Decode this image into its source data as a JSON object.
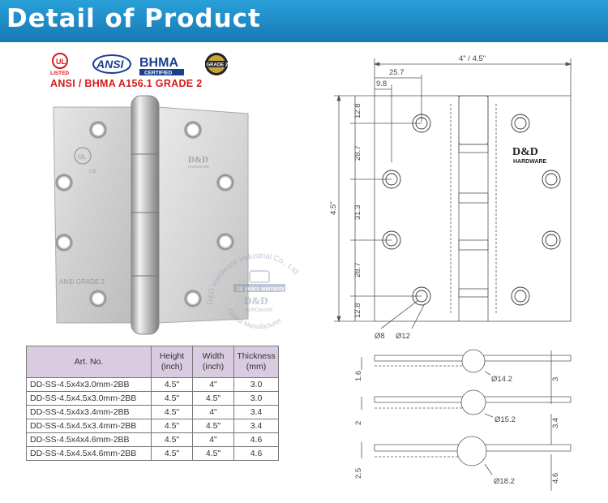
{
  "banner": {
    "title": "Detail of Product"
  },
  "logos": {
    "ul_listed": "LISTED",
    "ansi": "ANSI",
    "bhma": "BHMA",
    "bhma_sub": "CERTIFIED",
    "grade_badge": "GRADE 2"
  },
  "grade_line": "ANSI / BHMA  A156.1 GRADE 2",
  "photo": {
    "brand": "D&D",
    "brand_sub": "HARDWARE",
    "ansi_grade": "ANSI GRADE 2",
    "ul_us": "US"
  },
  "watermark": {
    "arc_top": "D&D Hardware Industrial Co., Ltd",
    "warranty": "12 years warranty",
    "brand": "D&D",
    "brand_sub": "HARDWARE",
    "arc_bottom": "Global Manufacturer"
  },
  "table": {
    "headers": [
      "Art. No.",
      "Height (inch)",
      "Width (inch)",
      "Thickness (mm)"
    ],
    "rows": [
      [
        "DD-SS-4.5x4x3.0mm-2BB",
        "4.5\"",
        "4\"",
        "3.0"
      ],
      [
        "DD-SS-4.5x4.5x3.0mm-2BB",
        "4.5\"",
        "4.5\"",
        "3.0"
      ],
      [
        "DD-SS-4.5x4x3.4mm-2BB",
        "4.5\"",
        "4\"",
        "3.4"
      ],
      [
        "DD-SS-4.5x4.5x3.4mm-2BB",
        "4.5\"",
        "4.5\"",
        "3.4"
      ],
      [
        "DD-SS-4.5x4x4.6mm-2BB",
        "4.5\"",
        "4\"",
        "4.6"
      ],
      [
        "DD-SS-4.5x4.5x4.6mm-2BB",
        "4.5\"",
        "4.5\"",
        "4.6"
      ]
    ]
  },
  "drawing": {
    "overall_width": "4\" / 4.5\"",
    "dim_257": "25.7",
    "dim_98": "9.8",
    "height": "4.5\"",
    "v_dims": [
      "12.8",
      "28.7",
      "31.3",
      "28.7",
      "12.8"
    ],
    "hole_small": "Ø8",
    "hole_large": "Ø12",
    "brand": "D&D",
    "brand_sub": "HARDWARE",
    "sections": [
      {
        "leaf": "1.6",
        "knuckle": "Ø14.2",
        "thickness": "3"
      },
      {
        "leaf": "2",
        "knuckle": "Ø15.2",
        "thickness": "3.4"
      },
      {
        "leaf": "2.5",
        "knuckle": "Ø18.2",
        "thickness": "4.6"
      }
    ]
  }
}
